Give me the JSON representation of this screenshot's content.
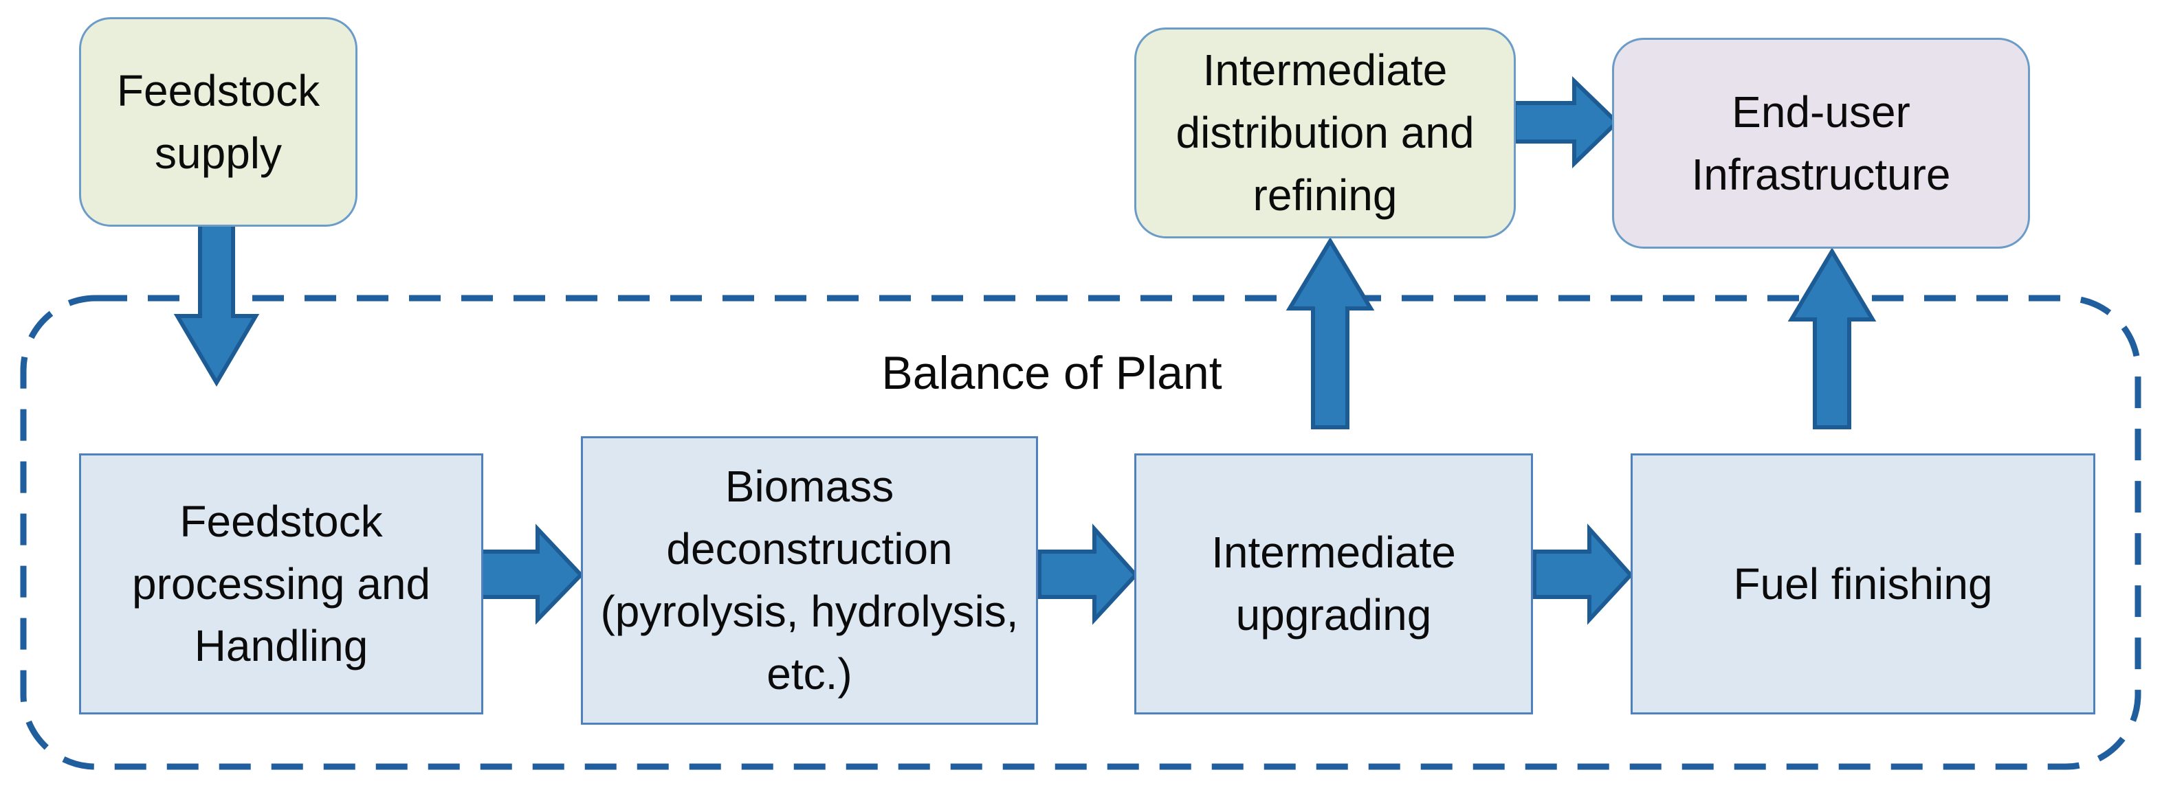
{
  "diagram": {
    "balance_label": "Balance of Plant",
    "nodes": {
      "feedstock_supply": {
        "label": "Feedstock supply",
        "shape": "rounded",
        "fill": "green"
      },
      "intermediate_distribution": {
        "label": "Intermediate distribution and refining",
        "shape": "rounded",
        "fill": "green"
      },
      "end_user_infrastructure": {
        "label": "End-user Infrastructure",
        "shape": "rounded",
        "fill": "lavender"
      },
      "feedstock_processing": {
        "label": "Feedstock processing and Handling",
        "shape": "square",
        "fill": "blue"
      },
      "biomass_deconstruction": {
        "label": "Biomass deconstruction (pyrolysis, hydrolysis, etc.)",
        "shape": "square",
        "fill": "blue"
      },
      "intermediate_upgrading": {
        "label": "Intermediate upgrading",
        "shape": "square",
        "fill": "blue"
      },
      "fuel_finishing": {
        "label": "Fuel finishing",
        "shape": "square",
        "fill": "blue"
      }
    },
    "arrows": [
      {
        "from": "feedstock_supply",
        "to": "feedstock_processing",
        "direction": "down"
      },
      {
        "from": "feedstock_processing",
        "to": "biomass_deconstruction",
        "direction": "right"
      },
      {
        "from": "biomass_deconstruction",
        "to": "intermediate_upgrading",
        "direction": "right"
      },
      {
        "from": "intermediate_upgrading",
        "to": "fuel_finishing",
        "direction": "right"
      },
      {
        "from": "intermediate_upgrading",
        "to": "intermediate_distribution",
        "direction": "up"
      },
      {
        "from": "intermediate_distribution",
        "to": "end_user_infrastructure",
        "direction": "right"
      },
      {
        "from": "fuel_finishing",
        "to": "end_user_infrastructure",
        "direction": "up"
      }
    ],
    "colors": {
      "background": "#ffffff",
      "green_fill": "#e9efdb",
      "lavender_fill": "#e8e2ed",
      "blue_fill": "#dce7f2",
      "rounded_border": "#6b9bc7",
      "square_border": "#4f81bd",
      "arrow_fill": "#2d7cba",
      "arrow_border": "#1d5b94",
      "dashed_border": "#205e9e",
      "text": "#0b0b0b"
    }
  }
}
